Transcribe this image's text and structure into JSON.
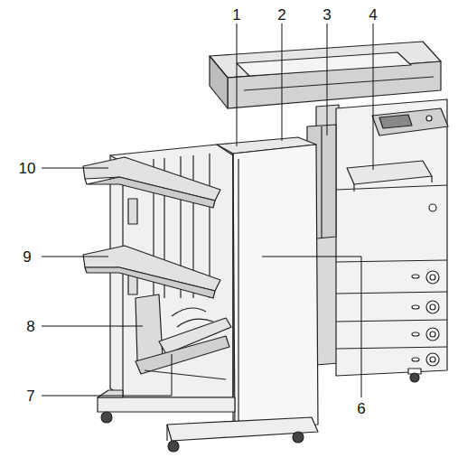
{
  "diagram": {
    "labels": [
      "1",
      "2",
      "3",
      "4",
      "10",
      "9",
      "8",
      "7",
      "6"
    ]
  }
}
